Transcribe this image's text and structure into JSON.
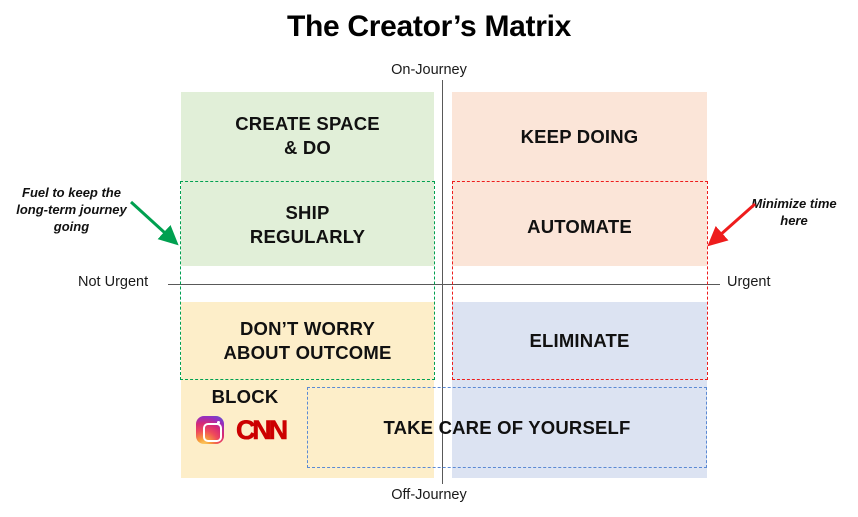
{
  "title": "The Creator’s Matrix",
  "axes": {
    "top": "On-Journey",
    "bottom": "Off-Journey",
    "left": "Not Urgent",
    "right": "Urgent"
  },
  "quadrants": {
    "top_left": {
      "label_primary": "CREATE SPACE\n& DO",
      "label_secondary": "SHIP\nREGULARLY",
      "color": "#e1efd8"
    },
    "top_right": {
      "label_primary": "KEEP DOING",
      "label_secondary": "AUTOMATE",
      "color": "#fbe5d8"
    },
    "bottom_left": {
      "label_primary": "DON’T WORRY\nABOUT OUTCOME",
      "label_secondary": "BLOCK",
      "color": "#fdeec9"
    },
    "bottom_right": {
      "label_primary": "ELIMINATE",
      "label_secondary": "TAKE CARE OF YOURSELF",
      "color": "#dce3f2"
    }
  },
  "highlights": {
    "green": {
      "color": "#00a050"
    },
    "red": {
      "color": "#ee1c1c"
    },
    "blue": {
      "color": "#5b8ad4"
    }
  },
  "annotations": {
    "left": {
      "text": "Fuel to keep the\nlong-term journey\ngoing",
      "arrow_color": "#00a050"
    },
    "right": {
      "text": "Minimize time\nhere",
      "arrow_color": "#ee1c1c"
    }
  },
  "blocked_brands": [
    {
      "name": "Instagram",
      "icon": "instagram-icon"
    },
    {
      "name": "CNN",
      "icon": "cnn-logo",
      "wordmark": "CNN",
      "color": "#cc0000"
    }
  ],
  "chart_data": {
    "type": "matrix",
    "title": "The Creator’s Matrix",
    "x_axis": {
      "label_left": "Not Urgent",
      "label_right": "Urgent"
    },
    "y_axis": {
      "label_top": "On-Journey",
      "label_bottom": "Off-Journey"
    },
    "cells": [
      {
        "quadrant": "On-Journey / Not Urgent",
        "items": [
          "CREATE SPACE & DO",
          "SHIP REGULARLY"
        ],
        "fill": "#e1efd8"
      },
      {
        "quadrant": "On-Journey / Urgent",
        "items": [
          "KEEP DOING",
          "AUTOMATE"
        ],
        "fill": "#fbe5d8"
      },
      {
        "quadrant": "Off-Journey / Not Urgent",
        "items": [
          "DON’T WORRY ABOUT OUTCOME",
          "BLOCK"
        ],
        "fill": "#fdeec9"
      },
      {
        "quadrant": "Off-Journey / Urgent",
        "items": [
          "ELIMINATE",
          "TAKE CARE OF YOURSELF"
        ],
        "fill": "#dce3f2"
      }
    ],
    "callouts": [
      {
        "target": "SHIP REGULARLY / DON’T WORRY ABOUT OUTCOME",
        "text": "Fuel to keep the long-term journey going",
        "color": "#00a050"
      },
      {
        "target": "AUTOMATE / ELIMINATE",
        "text": "Minimize time here",
        "color": "#ee1c1c"
      }
    ]
  }
}
